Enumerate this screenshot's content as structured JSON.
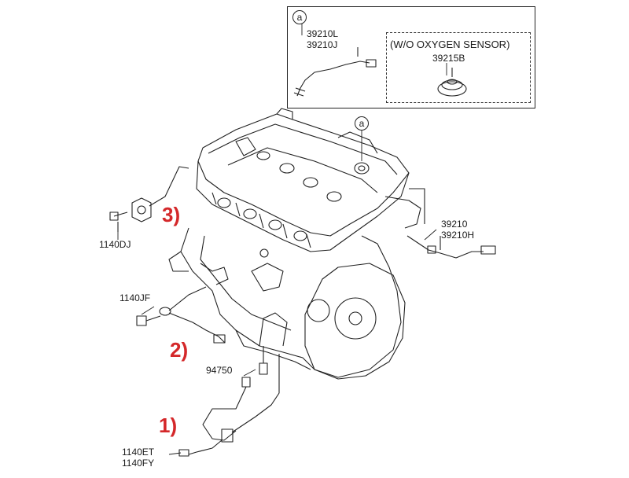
{
  "inset": {
    "marker": "a",
    "sensor_codes": [
      "39210L",
      "39210J"
    ],
    "note": "(W/O OXYGEN SENSOR)",
    "plug_code": "39215B"
  },
  "engine": {
    "marker": "a"
  },
  "parts": {
    "upstream_sensor_codes": [
      "39210",
      "39210H"
    ],
    "bolt_3": "1140DJ",
    "bolt_2": "1140JF",
    "sensor_1": "94750",
    "bolt_1_codes": [
      "1140ET",
      "1140FY"
    ]
  },
  "callouts": [
    "3)",
    "2)",
    "1)"
  ],
  "colors": {
    "callout": "#d4282a",
    "line": "#222222"
  }
}
